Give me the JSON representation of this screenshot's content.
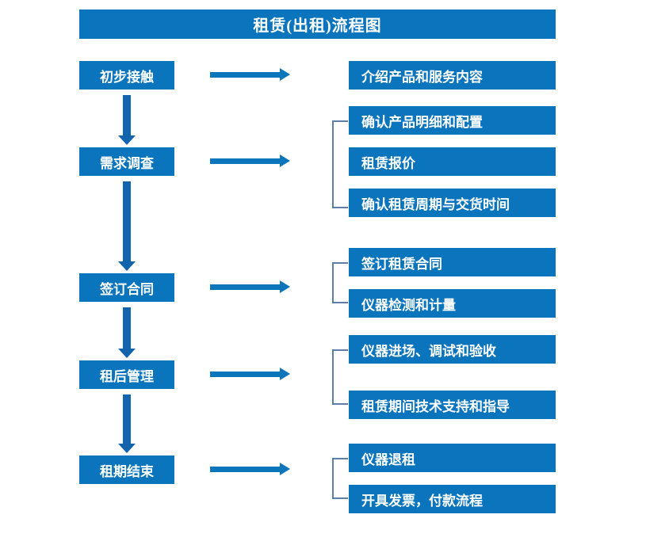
{
  "title": {
    "text": "租赁(出租)流程图"
  },
  "colors": {
    "box_blue": "#0a74bd",
    "arrow_blue": "#0c76bd",
    "v_arrow_blue": "#1464ad",
    "bracket_gray": "#5b7fa6",
    "text_white": "#ffffff",
    "background": "#ffffff"
  },
  "stages": [
    {
      "label": "初步接触"
    },
    {
      "label": "需求调查"
    },
    {
      "label": "签订合同"
    },
    {
      "label": "租后管理"
    },
    {
      "label": "租期结束"
    }
  ],
  "details": [
    {
      "label": "介绍产品和服务内容"
    },
    {
      "label": "确认产品明细和配置"
    },
    {
      "label": "租赁报价"
    },
    {
      "label": "确认租赁周期与交货时间"
    },
    {
      "label": "签订租赁合同"
    },
    {
      "label": "仪器检测和计量"
    },
    {
      "label": "仪器进场、调试和验收"
    },
    {
      "label": "租赁期间技术支持和指导"
    },
    {
      "label": "仪器退租"
    },
    {
      "label": "开具发票，付款流程"
    }
  ],
  "groups": [
    {
      "name": "needs-survey-group",
      "members": [
        "确认产品明细和配置",
        "租赁报价",
        "确认租赁周期与交货时间"
      ]
    },
    {
      "name": "contract-group",
      "members": [
        "签订租赁合同",
        "仪器检测和计量"
      ]
    },
    {
      "name": "post-rental-group",
      "members": [
        "仪器进场、调试和验收",
        "租赁期间技术支持和指导"
      ]
    },
    {
      "name": "lease-end-group",
      "members": [
        "仪器退租",
        "开具发票，付款流程"
      ]
    }
  ]
}
